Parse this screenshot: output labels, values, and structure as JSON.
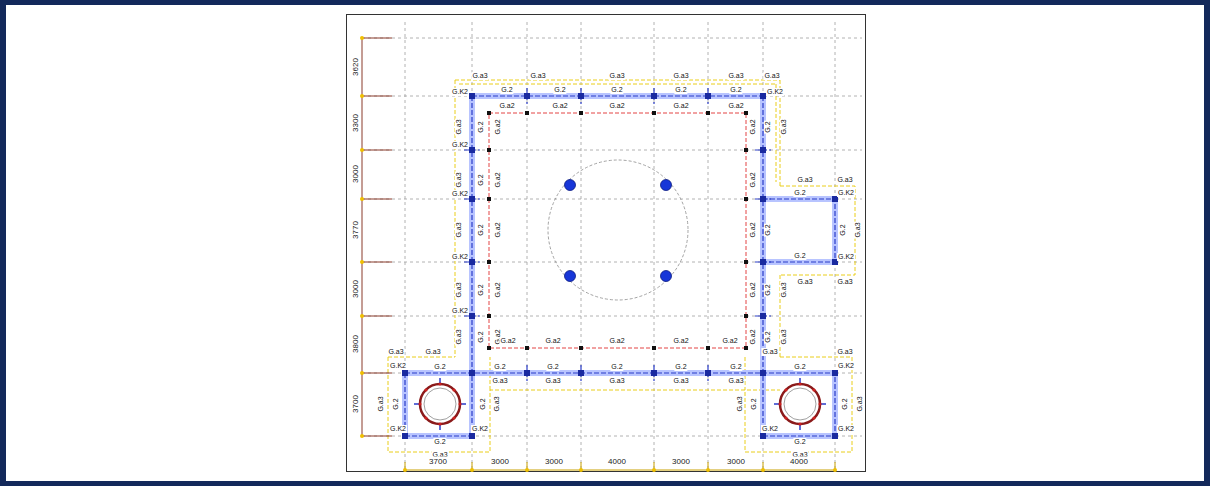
{
  "diagram": {
    "labels": [
      "G.a3",
      "G.a3",
      "G.a3",
      "G.a3",
      "G.a3",
      "G.a3",
      "G.2",
      "G.2",
      "G.2",
      "G.2",
      "G.2",
      "G.a2",
      "G.a2",
      "G.a2",
      "G.a2",
      "G.a2",
      "G.K2",
      "G.K2",
      "G.a3",
      "G.2",
      "G.a2",
      "G.a3",
      "G.2",
      "G.a2",
      "G.a3",
      "G.2",
      "G.a2",
      "G.a3",
      "G.2",
      "G.a2",
      "G.a3",
      "G.2",
      "G.a2",
      "G.K2",
      "G.K2",
      "G.K2",
      "G.K2",
      "G.a2",
      "G.a2",
      "G.a2",
      "G.a2",
      "G.a2",
      "G.2",
      "G.2",
      "G.2",
      "G.2",
      "G.a3",
      "G.a3",
      "G.a3",
      "G.a3",
      "G.a3",
      "G.2",
      "G.K2",
      "G.2",
      "G.a3",
      "G.2",
      "G.K2",
      "G.a3",
      "G.a3",
      "G.a2",
      "G.a2",
      "G.a2",
      "G.a2",
      "G.a2",
      "G.2",
      "G.2",
      "G.2",
      "G.2",
      "G.2",
      "G.a3",
      "G.a3",
      "G.a3",
      "G.a3",
      "G.a3",
      "G.a3",
      "G.a3",
      "G.K2",
      "G.2",
      "G.a3",
      "G.2",
      "G.2",
      "G.a3",
      "G.K2",
      "G.K2",
      "G.2",
      "G.a3",
      "G.a3",
      "G.a3",
      "G.2",
      "G.K2",
      "G.a3",
      "G.2",
      "G.2",
      "G.a3",
      "G.K2",
      "G.K2",
      "G.2",
      "G.a3",
      "3620",
      "3300",
      "3000",
      "3770",
      "3000",
      "3800",
      "3700",
      "3700",
      "3000",
      "3000",
      "4000",
      "3000",
      "3000",
      "4000"
    ]
  }
}
